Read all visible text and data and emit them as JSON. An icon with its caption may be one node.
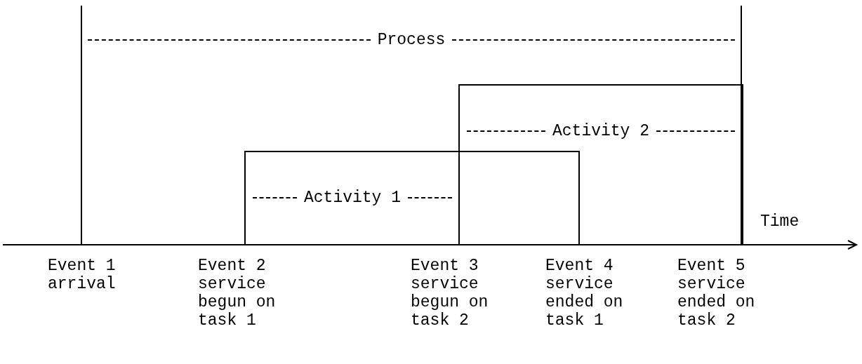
{
  "diagram": {
    "nodes": [
      {
        "text": [
          "Process"
        ]
      },
      {
        "text": [
          "Activity 2"
        ],
        "in": 0
      },
      {
        "text": [
          "Activity 1"
        ],
        "in": 0
      }
    ],
    "labels": [
      "Time",
      "Event 1 arrival",
      "Event 2 service begun on task 1",
      "Event 3 service begun on task 2",
      "Event 4 service ended on task 1",
      "Event 5 service ended on task 2"
    ]
  }
}
